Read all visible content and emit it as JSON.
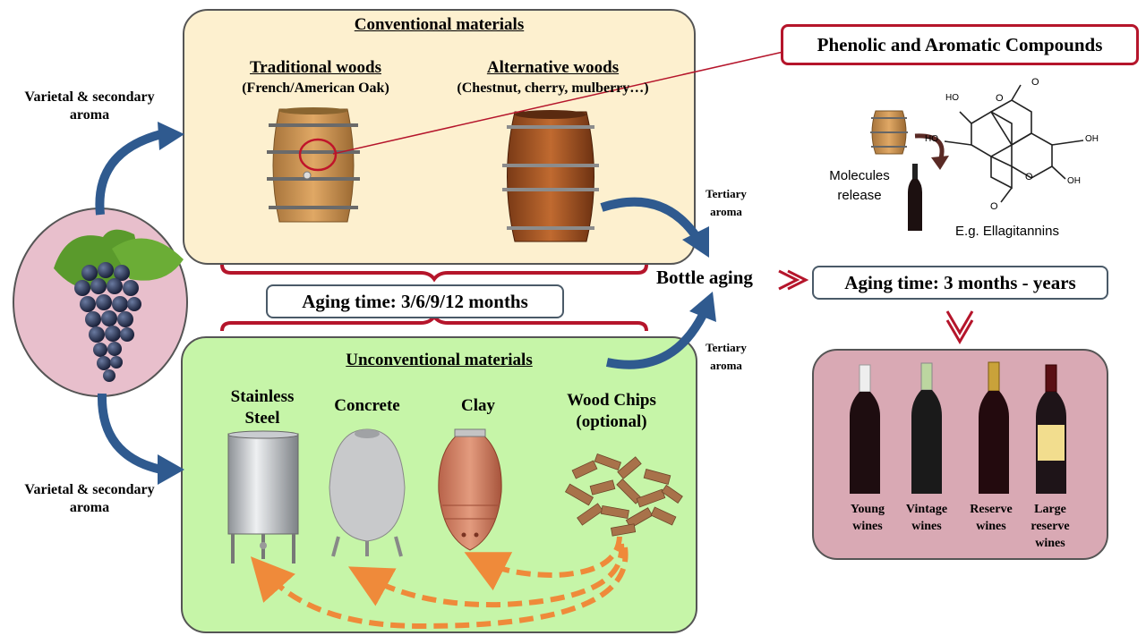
{
  "conventional": {
    "title": "Conventional materials",
    "traditional_title": "Traditional woods",
    "traditional_sub": "(French/American Oak)",
    "alternative_title": "Alternative woods",
    "alternative_sub": "(Chestnut, cherry, mulberry…)"
  },
  "unconventional": {
    "title": "Unconventional materials",
    "items": [
      "Stainless Steel",
      "Concrete",
      "Clay",
      "Wood Chips (optional)"
    ]
  },
  "aroma": {
    "varietal": "Varietal & secondary aroma",
    "tertiary": "Tertiary aroma"
  },
  "aging_time_barrels": "Aging time: 3/6/9/12 months",
  "bottle_aging": "Bottle aging",
  "aging_time_bottle": "Aging time: 3 months - years",
  "phenolic": {
    "title": "Phenolic and Aromatic Compounds",
    "release": "Molecules release",
    "example": "E.g. Ellagitannins",
    "oh_labels": [
      "HO",
      "HO",
      "OH",
      "OH"
    ],
    "o_labels": [
      "O",
      "O",
      "O",
      "O"
    ]
  },
  "wines": [
    "Young wines",
    "Vintage wines",
    "Reserve wines",
    "Large reserve wines"
  ],
  "colors": {
    "conventional_bg": "#fdf0cf",
    "unconventional_bg": "#c6f5a8",
    "grape_bg": "#e8bfcc",
    "wine_panel_bg": "#d9a9b4",
    "accent_red": "#b5152b",
    "arrow_blue": "#2f5a8f",
    "arrow_orange": "#ef8a3a"
  }
}
